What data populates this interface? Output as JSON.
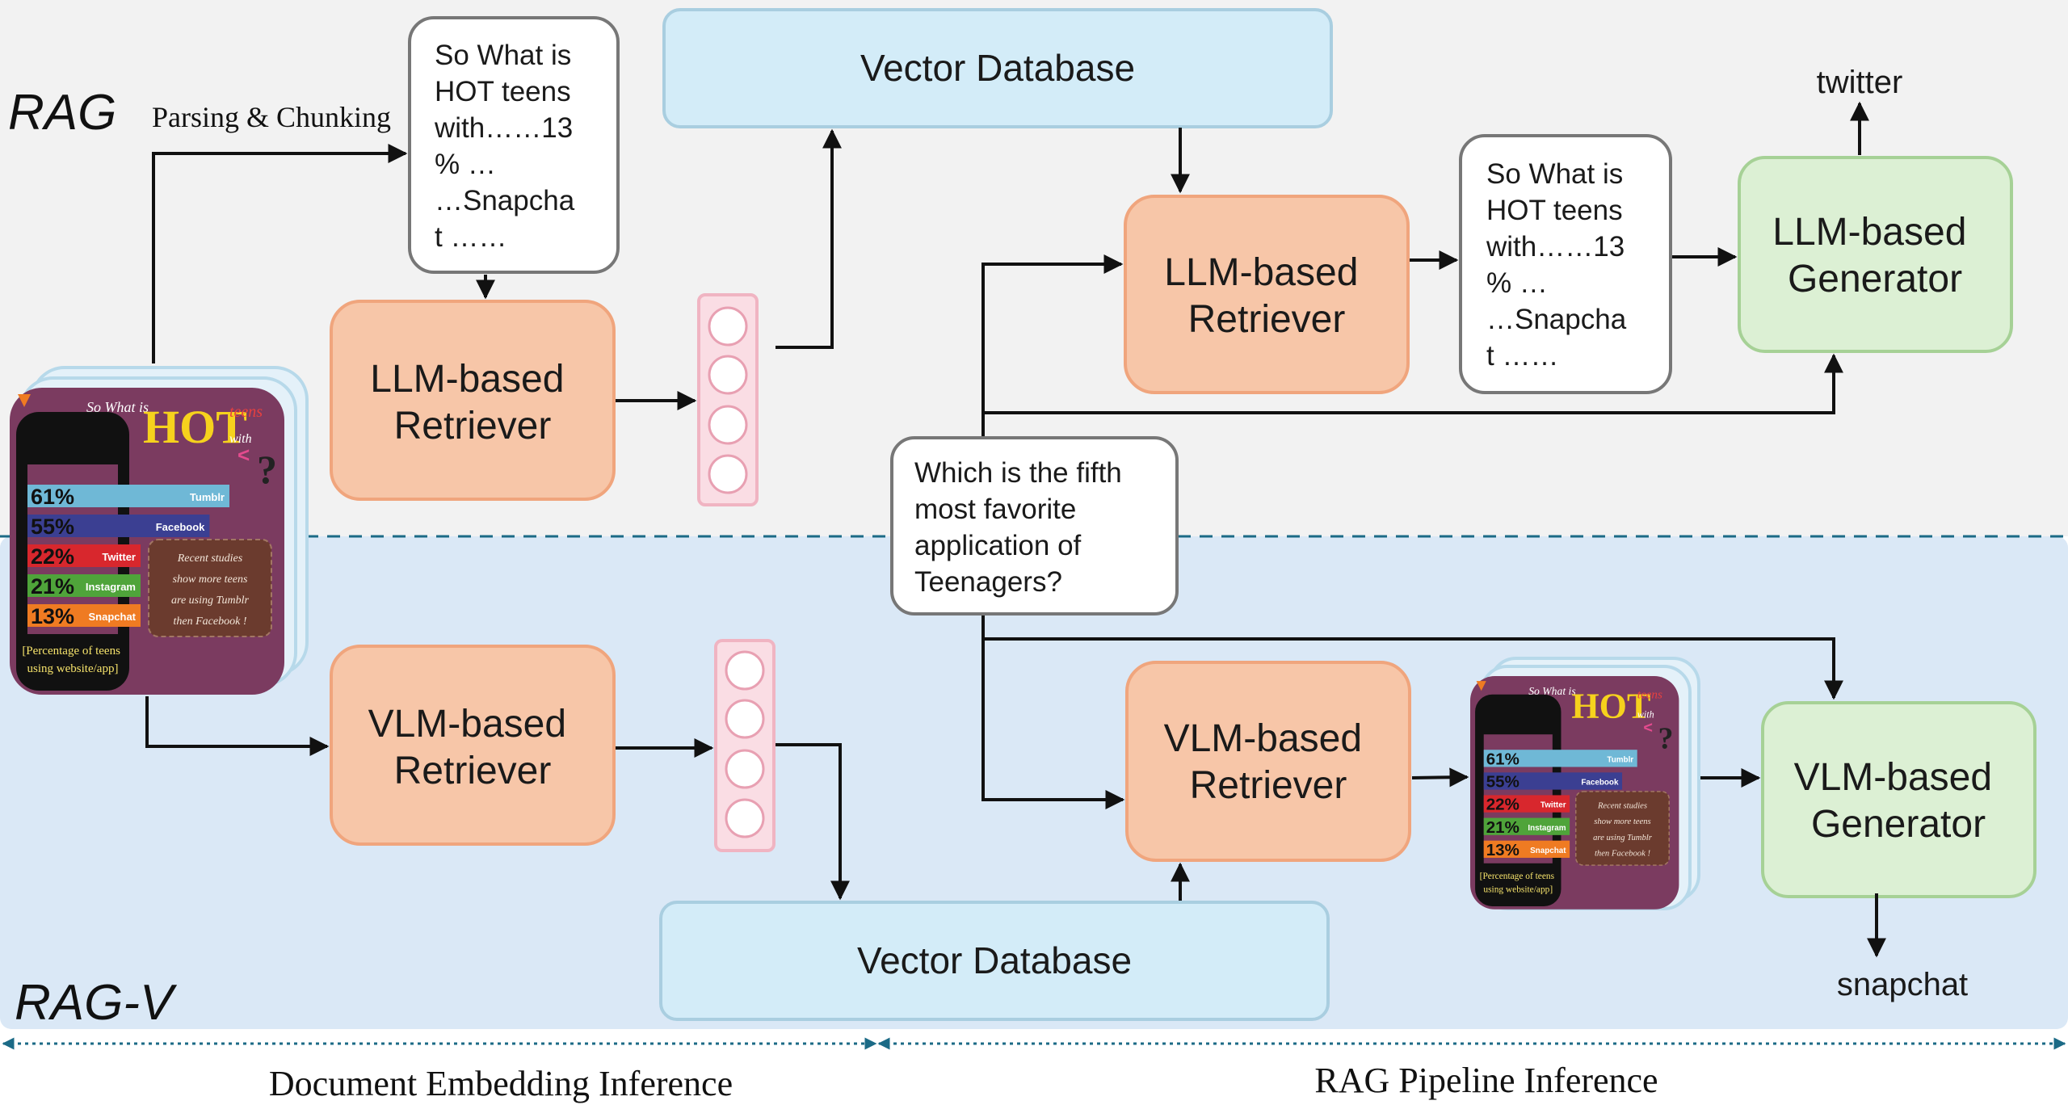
{
  "sections": {
    "rag_label": "RAG",
    "ragv_label": "RAG-V",
    "doc_embedding_label": "Document Embedding Inference",
    "pipeline_label": "RAG Pipeline Inference"
  },
  "parsing_label": "Parsing & Chunking",
  "text_chunk": [
    "So What is",
    "HOT teens",
    "with……13",
    "% …",
    "…Snapcha",
    "t ……"
  ],
  "query": [
    "Which is the fifth",
    "most favorite",
    "application of",
    "Teenagers?"
  ],
  "rag": {
    "retriever_left": [
      "LLM-based",
      "Retriever"
    ],
    "vector_db": "Vector Database",
    "retriever_right": [
      "LLM-based",
      "Retriever"
    ],
    "generator": [
      "LLM-based",
      "Generator"
    ],
    "output": "twitter"
  },
  "ragv": {
    "retriever_left": [
      "VLM-based",
      "Retriever"
    ],
    "vector_db": "Vector Database",
    "retriever_right": [
      "VLM-based",
      "Retriever"
    ],
    "generator": [
      "VLM-based",
      "Generator"
    ],
    "output": "snapchat"
  },
  "infographic": {
    "title_small": "So What is",
    "title_big": "HOT",
    "title_teens": "teens",
    "title_with": "with",
    "bars": [
      {
        "pct": "61%",
        "app": "Tumblr",
        "color": "#6fb8d6",
        "value": 61
      },
      {
        "pct": "55%",
        "app": "Facebook",
        "color": "#3b3f92",
        "value": 55
      },
      {
        "pct": "22%",
        "app": "Twitter",
        "color": "#d8272d",
        "value": 22
      },
      {
        "pct": "21%",
        "app": "Instagram",
        "color": "#4fa43a",
        "value": 21
      },
      {
        "pct": "13%",
        "app": "Snapchat",
        "color": "#ef7b22",
        "value": 13
      }
    ],
    "note_lines": [
      "Recent studies",
      "show more teens",
      "are using Tumblr",
      "then Facebook !"
    ],
    "caption": [
      "[Percentage of teens",
      "using website/app]"
    ]
  },
  "colors": {
    "retriever_fill": "#f7c6a8",
    "retriever_stroke": "#f0a57d",
    "db_fill": "#d3ecf8",
    "db_stroke": "#a9cee0",
    "gen_fill": "#dcf0d4",
    "gen_stroke": "#a6d196",
    "rag_bg": "#f2f2f2",
    "ragv_bg": "#dae8f6",
    "infographic_bg": "#7b3b60"
  }
}
